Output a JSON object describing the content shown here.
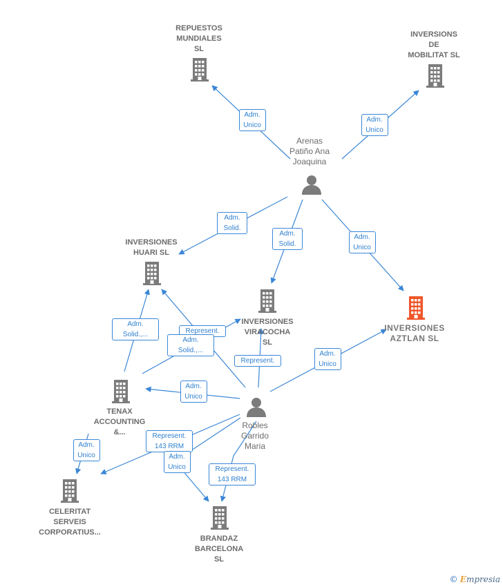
{
  "colors": {
    "edge": "#3a86d6",
    "building": "#7b7b7b",
    "building_highlight": "#f0562a",
    "person": "#7b7b7b",
    "label_text": "#6b6b6b"
  },
  "nodes": [
    {
      "id": "repuestos",
      "kind": "company",
      "label": "REPUESTOS\nMUNDIALES\nSL"
    },
    {
      "id": "mobilitat",
      "kind": "company",
      "label": "INVERSIONS\nDE\nMOBILITAT  SL"
    },
    {
      "id": "arenas",
      "kind": "person",
      "label": "Arenas\nPatiño Ana\nJoaquina"
    },
    {
      "id": "huari",
      "kind": "company",
      "label": "INVERSIONES\nHUARI  SL"
    },
    {
      "id": "viracocha",
      "kind": "company",
      "label": "INVERSIONES\nVIRACOCHA\nSL"
    },
    {
      "id": "aztlan",
      "kind": "company_main",
      "label": "INVERSIONES\nAZTLAN  SL"
    },
    {
      "id": "tenax",
      "kind": "company",
      "label": "TENAX\nACCOUNTING\n&..."
    },
    {
      "id": "robles",
      "kind": "person",
      "label": "Robles\nGarrido\nMaria"
    },
    {
      "id": "celeritat",
      "kind": "company",
      "label": "CELERITAT\nSERVEIS\nCORPORATIUS..."
    },
    {
      "id": "brandaz",
      "kind": "company",
      "label": "BRANDAZ\nBARCELONA\nSL"
    }
  ],
  "edges": [
    {
      "from": "arenas",
      "to": "repuestos",
      "label": "Adm.\nUnico"
    },
    {
      "from": "arenas",
      "to": "mobilitat",
      "label": "Adm.\nUnico"
    },
    {
      "from": "arenas",
      "to": "huari",
      "label": "Adm.\nSolid."
    },
    {
      "from": "arenas",
      "to": "viracocha",
      "label": "Adm.\nSolid."
    },
    {
      "from": "arenas",
      "to": "aztlan",
      "label": "Adm.\nUnico"
    },
    {
      "from": "tenax",
      "to": "huari",
      "label": "Adm.\nSolid.,..."
    },
    {
      "from": "robles",
      "to": "huari",
      "label": "Represent."
    },
    {
      "from": "tenax",
      "to": "viracocha",
      "label": "Adm.\nSolid.,..."
    },
    {
      "from": "robles",
      "to": "viracocha",
      "label": "Represent."
    },
    {
      "from": "robles",
      "to": "aztlan",
      "label": "Adm.\nUnico"
    },
    {
      "from": "robles",
      "to": "tenax",
      "label": "Adm.\nUnico"
    },
    {
      "from": "robles",
      "to": "celeritat",
      "label": "Represent.\n143 RRM"
    },
    {
      "from": "tenax",
      "to": "celeritat",
      "label": "Adm.\nUnico"
    },
    {
      "from": "robles",
      "to": "brandaz",
      "label": "Adm.\nUnico"
    },
    {
      "from": "robles",
      "to": "brandaz",
      "label": "Represent.\n143 RRM"
    }
  ],
  "footer": {
    "copyright_symbol": "©",
    "brand_first": "E",
    "brand_rest": "mpresia"
  }
}
